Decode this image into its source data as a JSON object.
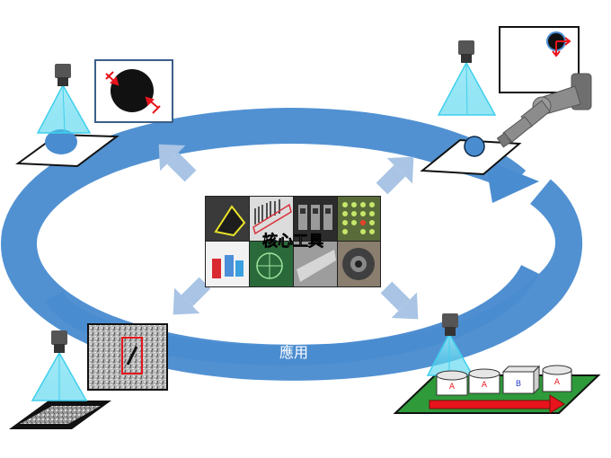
{
  "center": {
    "label": "核心工具"
  },
  "ring": {
    "label": "應用"
  },
  "boxes": [
    "A",
    "A",
    "B",
    "A"
  ],
  "colors": {
    "ring": "#4a8cd0",
    "arrows": "#a9c4e4",
    "camera_cone": "#3fd0ec",
    "conveyor": "#2e9a3a",
    "red_marker": "#e8141c"
  },
  "icons": {
    "top_left": "camera-measuring-circle-icon",
    "top_right": "camera-robot-arm-icon",
    "bottom_left": "camera-defect-detect-icon",
    "bottom_right": "camera-conveyor-ocr-icon"
  }
}
